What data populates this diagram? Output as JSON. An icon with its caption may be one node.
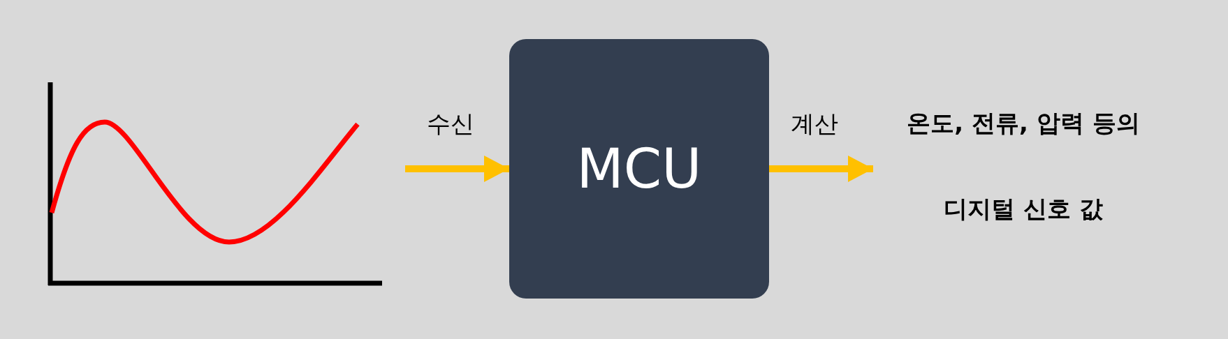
{
  "diagram": {
    "nodes": [
      {
        "text": [],
        "shape": "picture"
      },
      {
        "text": [
          "MCU"
        ]
      },
      {
        "text": [
          "온도, 전류, 압력 등의 디지털 신호 값"
        ]
      }
    ],
    "edges": [
      {
        "from": 0,
        "to": 1,
        "arrow": "to",
        "label": "수신"
      },
      {
        "from": 1,
        "to": 2,
        "arrow": "to",
        "label": "계산"
      }
    ]
  }
}
